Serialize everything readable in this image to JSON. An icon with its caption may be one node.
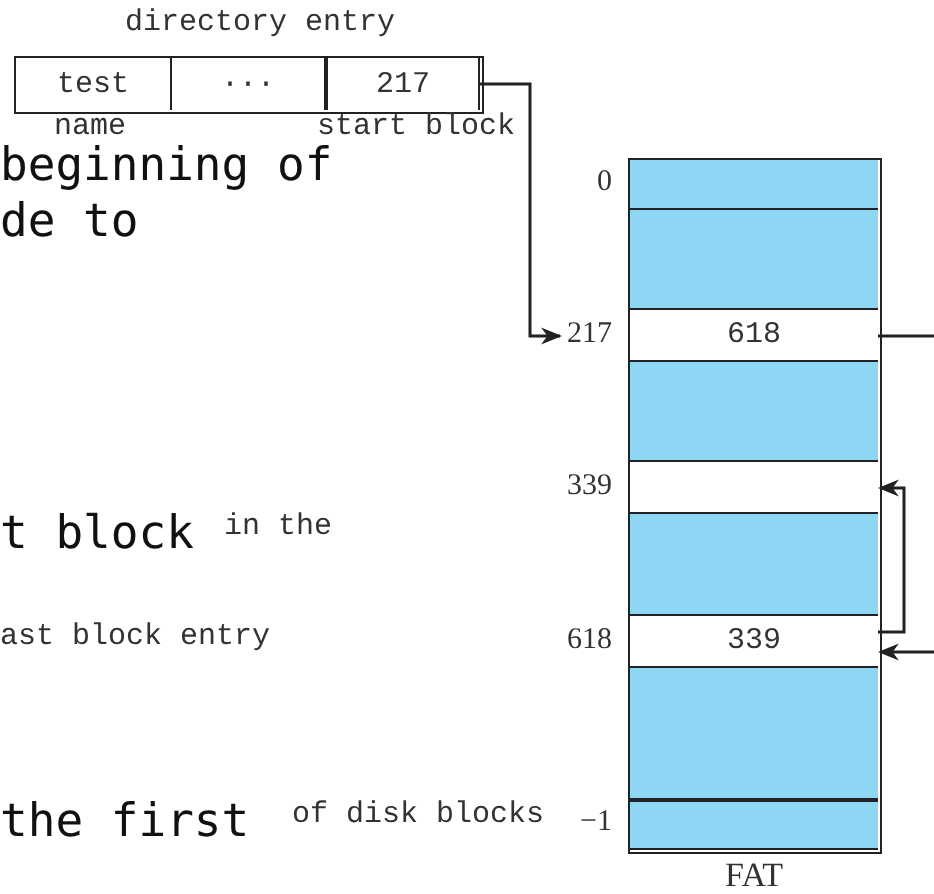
{
  "diagram": {
    "nodes": [
      {
        "text": [
          "directory entry"
        ]
      },
      {
        "text": [
          "test"
        ],
        "in": 0,
        "beside": [
          "name"
        ]
      },
      {
        "text": [
          "···"
        ],
        "in": 0
      },
      {
        "text": [
          "217"
        ],
        "in": 0,
        "beside": [
          "start block"
        ]
      },
      {
        "text": [
          "FAT"
        ]
      },
      {
        "text": [],
        "shape": "box",
        "in": 4,
        "beside": [
          "0"
        ]
      },
      {
        "text": [],
        "shape": "box",
        "in": 4
      },
      {
        "text": [
          "618"
        ],
        "in": 4,
        "beside": [
          "217"
        ]
      },
      {
        "text": [],
        "shape": "box",
        "in": 4
      },
      {
        "text": [],
        "shape": "box",
        "in": 4,
        "beside": [
          "339"
        ]
      },
      {
        "text": [],
        "shape": "box",
        "in": 4
      },
      {
        "text": [
          "339"
        ],
        "in": 4,
        "beside": [
          "618"
        ]
      },
      {
        "text": [],
        "shape": "box",
        "in": 4
      },
      {
        "text": [],
        "shape": "box",
        "in": 4,
        "beside": [
          "−1"
        ]
      }
    ],
    "edges": [
      {
        "from": 3,
        "to": 7,
        "arrow": "to"
      },
      {
        "from": 7,
        "to": null,
        "arrow": "none"
      },
      {
        "from": null,
        "to": 11,
        "arrow": "to"
      },
      {
        "from": 11,
        "to": 9,
        "arrow": "to"
      }
    ],
    "labels": [
      "beginning of",
      "de to",
      "t block",
      "in the",
      "ast block entry",
      "the first",
      "of disk blocks"
    ]
  }
}
